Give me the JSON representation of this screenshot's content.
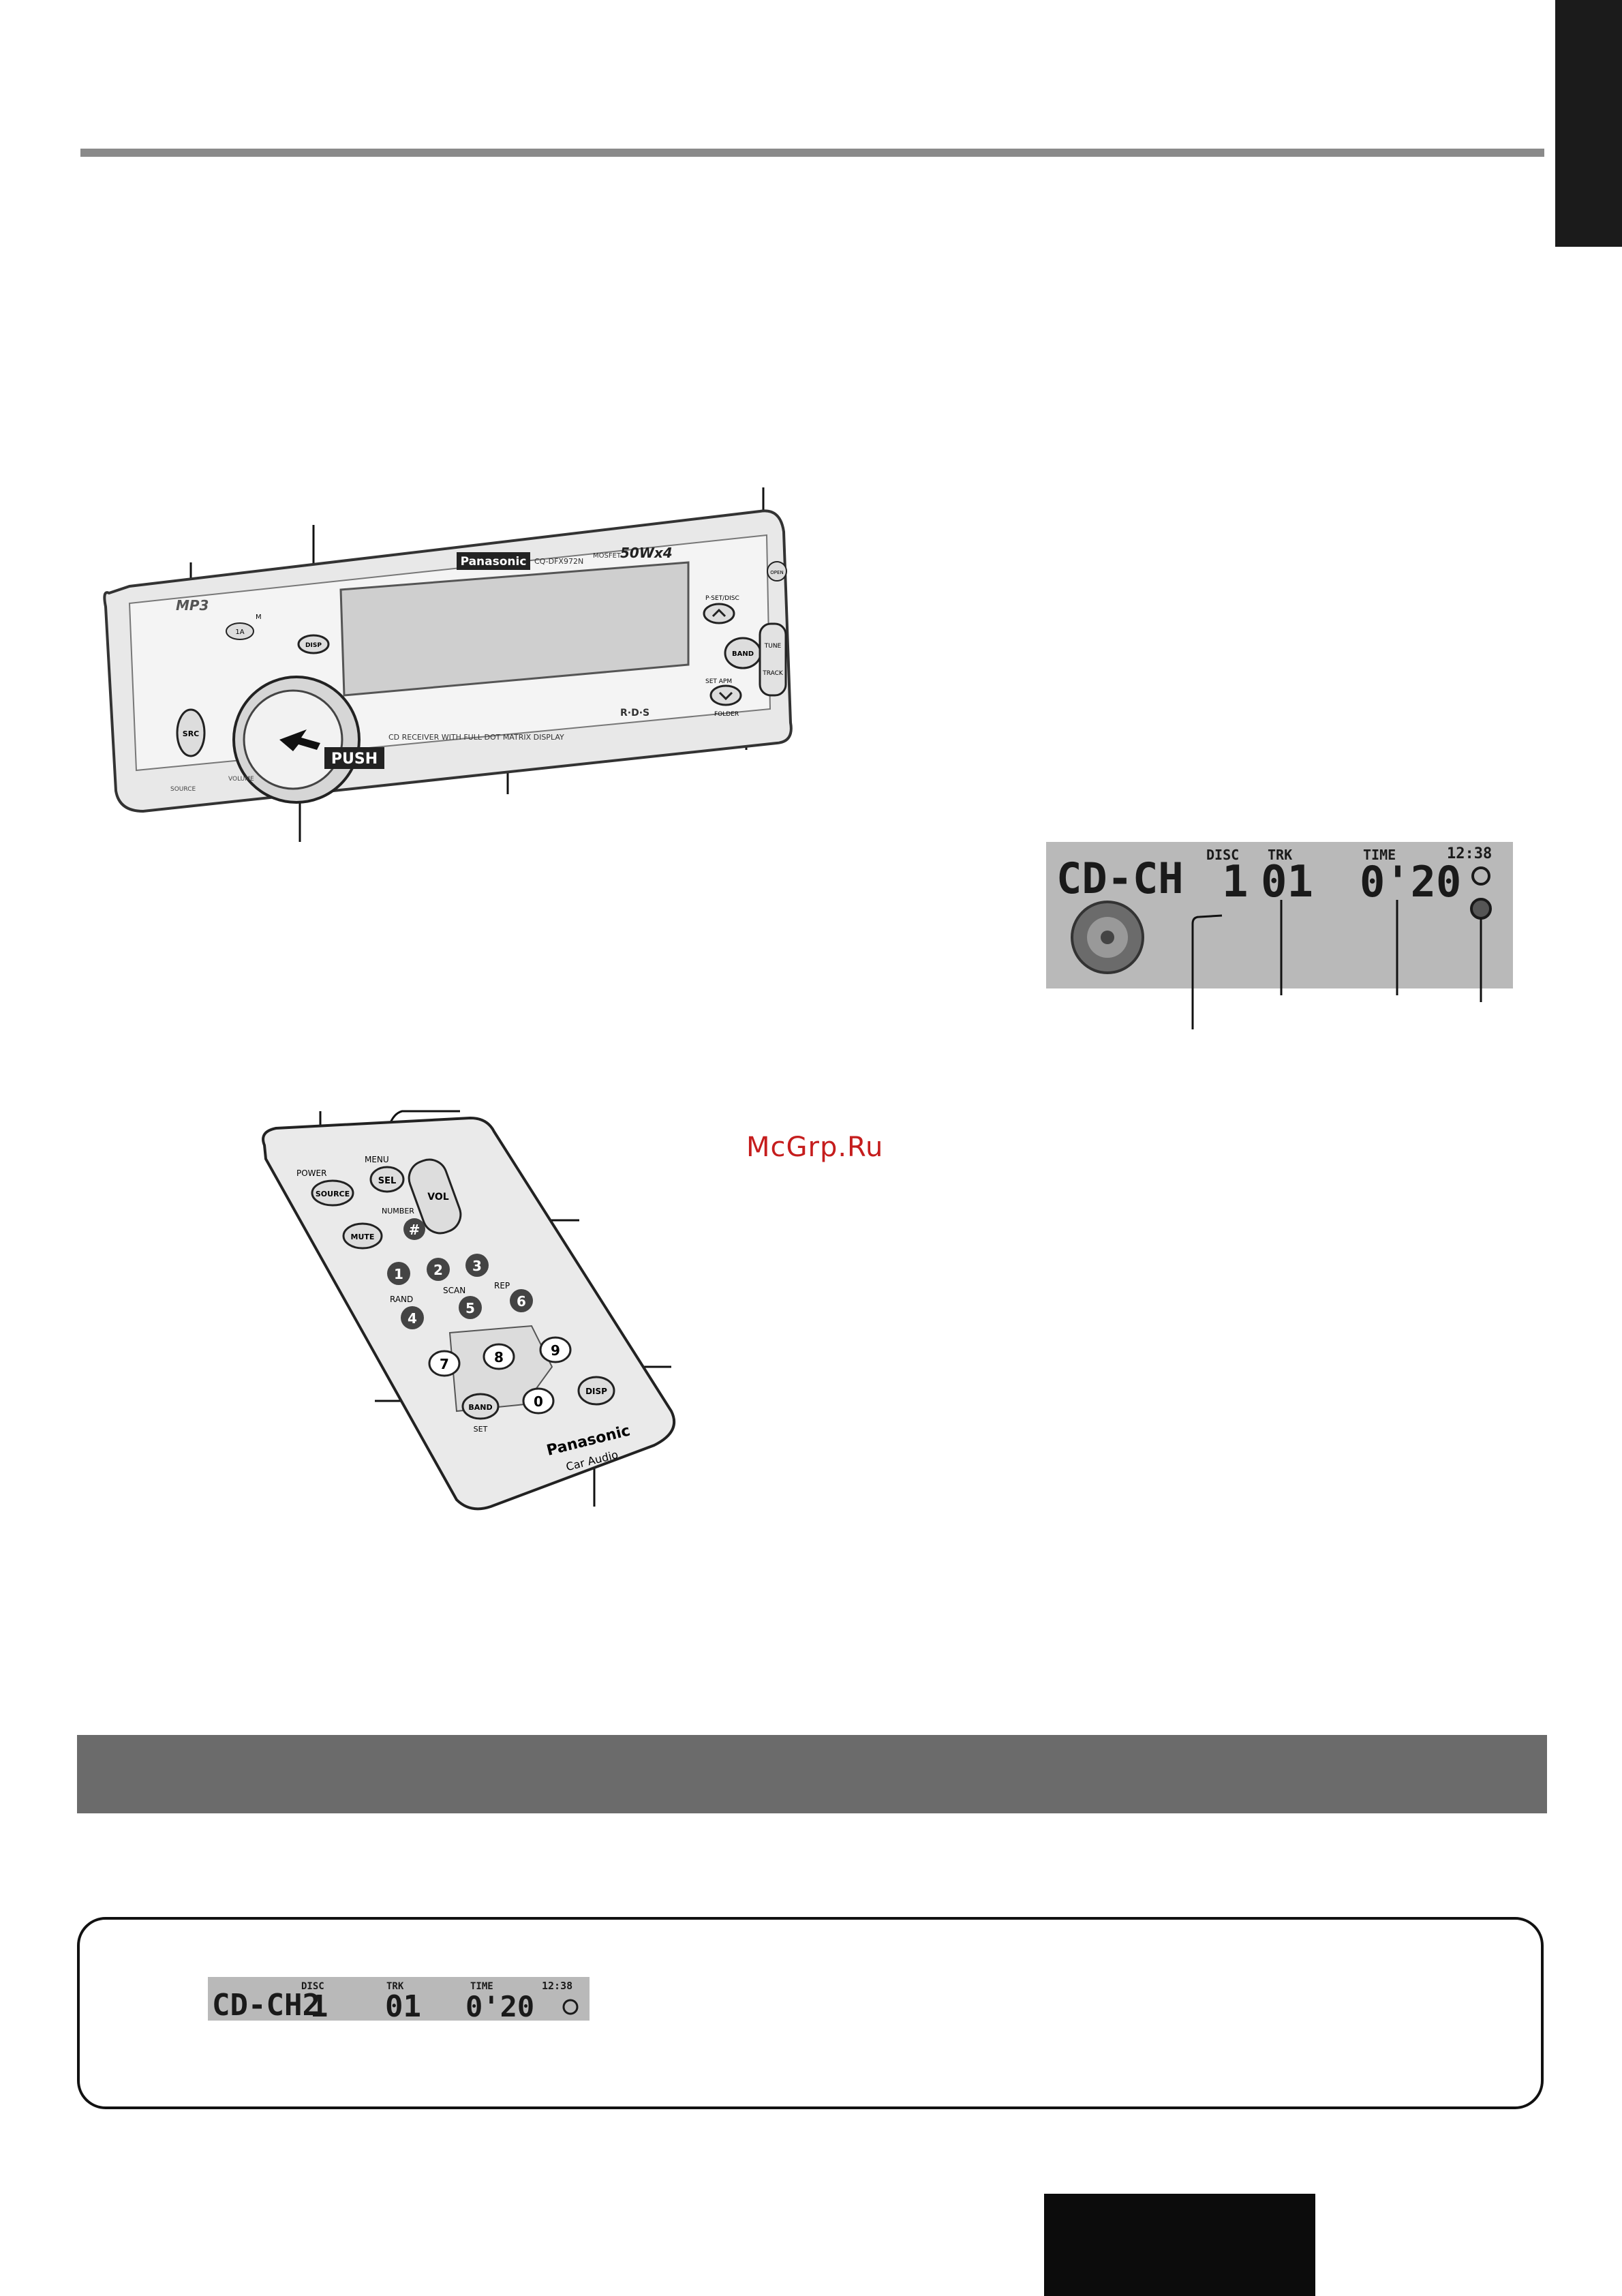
{
  "watermark": "McGrp.Ru",
  "head_unit": {
    "brand": "Panasonic",
    "model": "CQ-DFX972N",
    "power": "50Wx4",
    "power_prefix": "MOSFET",
    "subtitle": "CD RECEIVER WITH FULL DOT MATRIX DISPLAY",
    "push_label": "PUSH",
    "mp3_label": "MP3",
    "rds_label": "R·D·S",
    "buttons": {
      "src": "SRC",
      "disp": "DISP",
      "band": "BAND",
      "pset": "P·SET/DISC",
      "tune": "TUNE",
      "track": "TRACK",
      "folder": "FOLDER",
      "set_apm": "SET APM",
      "volume": "VOLUME",
      "source": "SOURCE",
      "one_a": "1A",
      "m": "M",
      "open": "OPEN"
    }
  },
  "display": {
    "source": "CD-CH",
    "disc_label": "DISC",
    "disc": "1",
    "trk_label": "TRK",
    "track": "01",
    "time_label": "TIME",
    "time": "0'20",
    "clock": "12:38"
  },
  "remote": {
    "labels": {
      "power": "POWER",
      "menu": "MENU",
      "source": "SOURCE",
      "sel": "SEL",
      "vol": "VOL",
      "number": "NUMBER",
      "hash": "#",
      "mute": "MUTE",
      "rand": "RAND",
      "scan": "SCAN",
      "rep": "REP",
      "band": "BAND",
      "set": "SET",
      "disp": "DISP",
      "brand": "Panasonic",
      "sub": "Car Audio"
    },
    "digits": [
      "1",
      "2",
      "3",
      "4",
      "5",
      "6",
      "7",
      "8",
      "9",
      "0"
    ]
  },
  "small_display": {
    "source": "CD-CH2",
    "disc_label": "DISC",
    "disc": "1",
    "trk_label": "TRK",
    "track": "01",
    "time_label": "TIME",
    "time": "0'20",
    "clock": "12:38"
  }
}
